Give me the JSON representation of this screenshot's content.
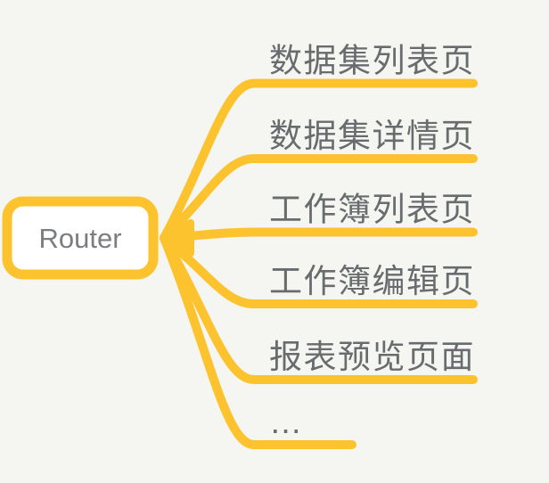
{
  "canvas": {
    "background": "#F5F5F1"
  },
  "palette": {
    "branch_yellow": "#FCC32F",
    "node_fill": "#FFFFFF",
    "node_border": "#FCC32F",
    "root_text": "#7B7D80",
    "branch_text": "#696C6E"
  },
  "root": {
    "label": "Router"
  },
  "branches": [
    {
      "label": "数据集列表页"
    },
    {
      "label": "数据集详情页"
    },
    {
      "label": "工作簿列表页"
    },
    {
      "label": "工作簿编辑页"
    },
    {
      "label": "报表预览页面"
    },
    {
      "label": "…"
    }
  ]
}
